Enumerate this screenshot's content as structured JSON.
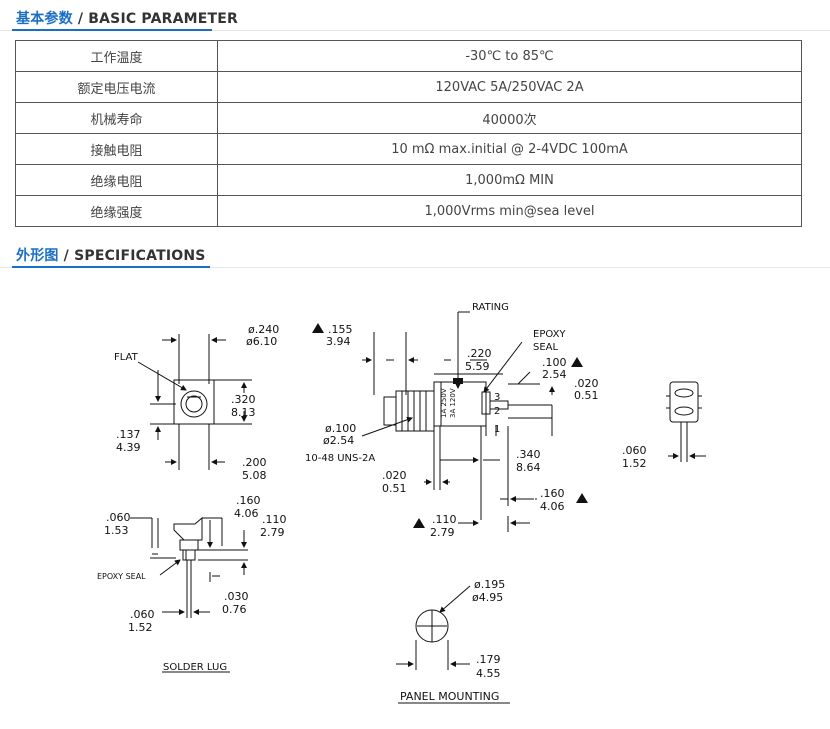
{
  "basic": {
    "title_cn": "基本参数",
    "title_sep": " / ",
    "title_en": "BASIC PARAMETER",
    "rows": [
      {
        "label": "工作温度",
        "value": "-30℃ to 85℃"
      },
      {
        "label": "额定电压电流",
        "value": "120VAC 5A/250VAC 2A"
      },
      {
        "label": "机械寿命",
        "value": "40000次"
      },
      {
        "label": "接触电阻",
        "value": "10 mΩ max.initial @ 2-4VDC 100mA"
      },
      {
        "label": "绝缘电阻",
        "value": "1,000mΩ MIN"
      },
      {
        "label": "绝缘强度",
        "value": "1,000Vrms min@sea level"
      }
    ]
  },
  "specs": {
    "title_cn": "外形图",
    "title_sep": " / ",
    "title_en": "SPECIFICATIONS",
    "drawing": {
      "front_view": {
        "flat": "FLAT",
        "dia_in": "ø.240",
        "dia_mm": "ø6.10",
        "h_in": ".320",
        "h_mm": "8.13",
        "side_in": ".137",
        "side_mm": "4.39",
        "w_in": ".200",
        "w_mm": "5.08"
      },
      "side_view": {
        "bushing_in": ".155",
        "bushing_mm": "3.94",
        "rating": "RATING",
        "epoxy1": "EPOXY",
        "epoxy2": "SEAL",
        "len_in": ".220",
        "len_mm": "5.59",
        "lug_in": ".100",
        "lug_mm": "2.54",
        "pin_in": ".020",
        "pin_mm": "0.51",
        "shaft_in": "ø.100",
        "shaft_mm": "ø2.54",
        "thread": "10-48 UNS-2A",
        "body_in": ".340",
        "body_mm": "8.64",
        "base_in": ".020",
        "base_mm": "0.51",
        "term_in": ".160",
        "term_mm": "4.06",
        "bot_in": ".110",
        "bot_mm": "2.79",
        "case_text1": "1A 250V",
        "case_text2": "3A 120V",
        "term_num1": "3",
        "term_num2": "2",
        "term_num3": "1"
      },
      "end_view": {
        "w_in": ".060",
        "w_mm": "1.52"
      },
      "solder_lug": {
        "a_in": ".060",
        "a_mm": "1.53",
        "b_in": ".160",
        "b_mm": "4.06",
        "c_in": ".110",
        "c_mm": "2.79",
        "epoxy": "EPOXY SEAL",
        "d_in": ".030",
        "d_mm": "0.76",
        "e_in": ".060",
        "e_mm": "1.52",
        "caption": "SOLDER LUG"
      },
      "panel": {
        "dia_in": "ø.195",
        "dia_mm": "ø4.95",
        "w_in": ".179",
        "w_mm": "4.55",
        "caption": "PANEL MOUNTING"
      }
    }
  }
}
